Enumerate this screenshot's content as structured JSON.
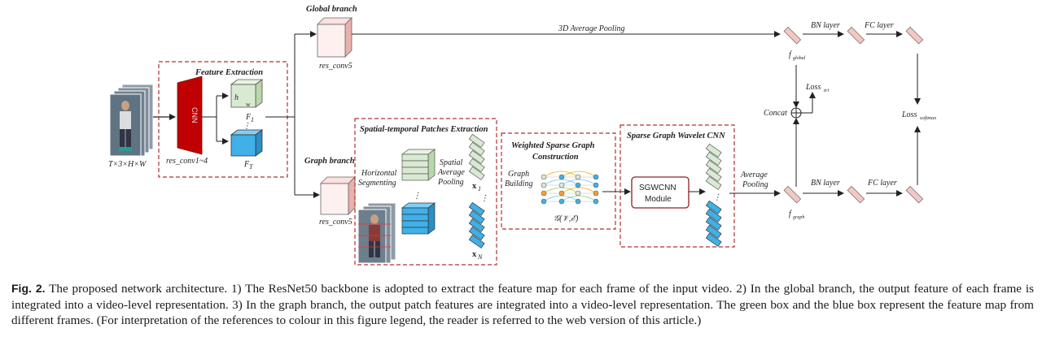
{
  "diagram": {
    "global_branch": "Global branch",
    "graph_branch": "Graph branch",
    "res_conv5_top": "res_conv5",
    "res_conv5_bottom": "res_conv5",
    "pooling_3d": "3D Average Pooling",
    "input_dims": "T×3×H×W",
    "feature_extraction": "Feature Extraction",
    "cnn": "CNN",
    "res_conv1_4": "res_conv1~4",
    "h": "h",
    "w": "w",
    "f1": "F",
    "f1_sub": "1",
    "ft": "F",
    "ft_sub": "T",
    "stp_title": "Spatial-temporal Patches Extraction",
    "horizontal": "Horizontal",
    "segmenting": "Segmenting",
    "spatial": "Spatial",
    "average": "Average",
    "pooling": "Pooling",
    "x1": "x",
    "x1_sub": "1",
    "xn": "x",
    "xn_sub": "N",
    "wsg_title_1": "Weighted Sparse Graph",
    "wsg_title_2": "Construction",
    "graph": "Graph",
    "building": "Building",
    "graph_notation": "𝒢(𝒱,ℰ)",
    "sgw_title": "Sparse Graph Wavelet CNN",
    "sgwcnn": "SGWCNN",
    "module": "Module",
    "avg_pool_1": "Average",
    "avg_pool_2": "Pooling",
    "bn_top": "BN layer",
    "fc_top": "FC layer",
    "bn_bottom": "BN layer",
    "fc_bottom": "FC layer",
    "f_global": "f",
    "f_global_sub": "global",
    "f_graph": "f",
    "f_graph_sub": "graph",
    "concat": "Concat",
    "loss_tri": "Loss",
    "loss_tri_sub": "tri",
    "loss_softmax": "Loss",
    "loss_softmax_sub": "softmax"
  },
  "caption": {
    "label": "Fig. 2.",
    "text": "The proposed network architecture. 1) The ResNet50 backbone is adopted to extract the feature map for each frame of the input video. 2) In the global branch, the output feature of each frame is integrated into a video-level representation. 3) In the graph branch, the output patch features are integrated into a video-level representation. The green box and the blue box represent the feature map from different frames. (For interpretation of the references to colour in this figure legend, the reader is referred to the web version of this article.)"
  },
  "colors": {
    "cnn_red": "#c00000",
    "green_box": "#d9ead3",
    "blue_box": "#3fb0e8",
    "dashed_red": "#b03030",
    "pink_layer": "#f4c7c3"
  }
}
